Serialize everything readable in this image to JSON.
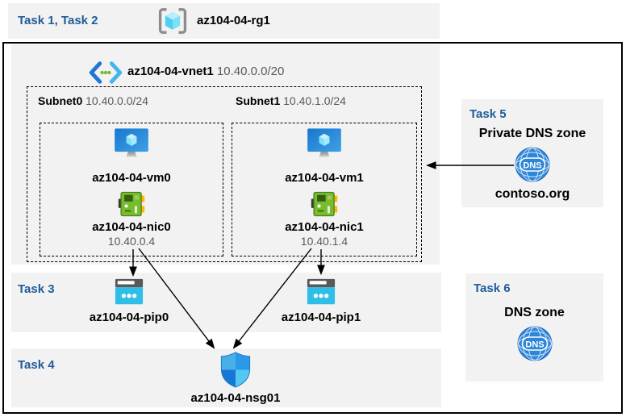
{
  "colors": {
    "accent_blue": "#1F5C99",
    "muted_text": "#595959",
    "panel_gray": "#F2F2F2",
    "border_black": "#000000",
    "dns_blue": "#2E86D8",
    "pip_cyan": "#2EBEE8",
    "nic_green": "#76BC2D",
    "vm_blue": "#1E7FD8"
  },
  "header": {
    "tasks_label": "Task 1, Task 2",
    "resource_group": "az104-04-rg1"
  },
  "vnet": {
    "name": "az104-04-vnet1",
    "cidr": "10.40.0.0/20",
    "subnets": [
      {
        "name": "Subnet0",
        "cidr": "10.40.0.0/24",
        "vm": "az104-04-vm0",
        "nic": "az104-04-nic0",
        "ip": "10.40.0.4"
      },
      {
        "name": "Subnet1",
        "cidr": "10.40.1.0/24",
        "vm": "az104-04-vm1",
        "nic": "az104-04-nic1",
        "ip": "10.40.1.4"
      }
    ]
  },
  "task3": {
    "label": "Task 3",
    "pip0": "az104-04-pip0",
    "pip1": "az104-04-pip1"
  },
  "task4": {
    "label": "Task 4",
    "nsg": "az104-04-nsg01"
  },
  "task5": {
    "label": "Task 5",
    "title": "Private DNS zone",
    "zone_name": "contoso.org",
    "icon_label": "DNS"
  },
  "task6": {
    "label": "Task 6",
    "title": "DNS zone",
    "icon_label": "DNS"
  },
  "icons": {
    "resource_group": "brackets-cube-icon",
    "virtual_network": "angle-brackets-dots-icon",
    "virtual_machine": "monitor-cube-icon",
    "network_interface": "green-nic-card-icon",
    "public_ip": "cyan-browser-dots-icon",
    "network_security_group": "blue-shield-icon",
    "dns_zone": "dns-globe-icon"
  }
}
